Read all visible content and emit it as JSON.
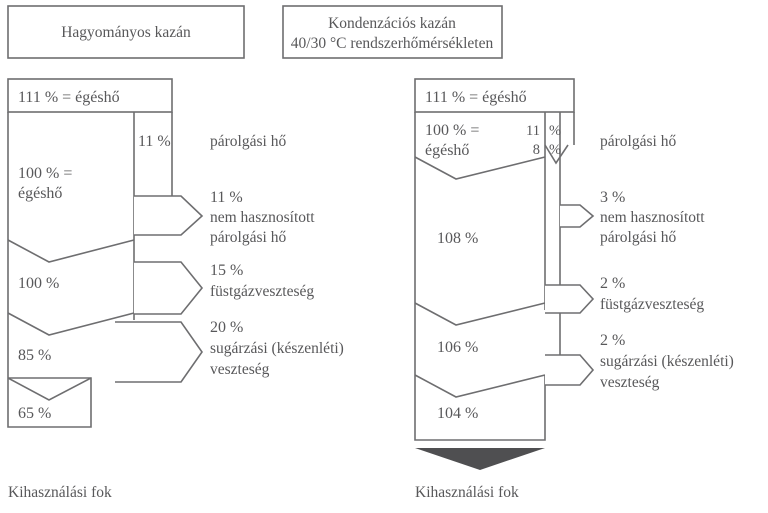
{
  "chart_data": {
    "type": "diagram",
    "title": "Hagyományos kazán vs Kondenzációs kazán energiamérleg",
    "panels": [
      {
        "header": [
          "Hagyományos kazán"
        ],
        "input_top": "111 % = égéshő",
        "stages": [
          "100 % =\négéshő",
          "100 %",
          "85 %",
          "65 %"
        ],
        "branch_value": "11 %",
        "branch_label": "párolgási hő",
        "losses": [
          {
            "value": "11 %",
            "label": "nem hasznosított\npárolgási hő"
          },
          {
            "value": "15 %",
            "label": "füstgázveszteség"
          },
          {
            "value": "20 %",
            "label": "sugárzási (készenléti)\nveszteség"
          }
        ],
        "footer": "Kihasználási fok"
      },
      {
        "header": [
          "Kondenzációs kazán",
          "40/30 °C rendszerhőmérsékleten"
        ],
        "input_top": "111 % = égéshő",
        "stages": [
          "100 % =\négéshő",
          "108 %",
          "106 %",
          "104 %"
        ],
        "branch_value": "11 %",
        "branch_value_2": "8 %",
        "branch_label": "párolgási hő",
        "losses": [
          {
            "value": "3 %",
            "label": "nem hasznosított\npárolgási hő"
          },
          {
            "value": "2 %",
            "label": "füstgázveszteség"
          },
          {
            "value": "2 %",
            "label": "sugárzási (készenléti)\nveszteség"
          }
        ],
        "footer": "Kihasználási fok"
      }
    ]
  },
  "left": {
    "header": "Hagyományos kazán",
    "top_input": "111 % = égéshő",
    "main_line1": "100 % =",
    "main_line2": "égéshő",
    "stage2": "100 %",
    "stage3": "85 %",
    "stage4": "65 %",
    "branch_value": "11 %",
    "branch_label": "párolgási hő",
    "loss1_value": "11 %",
    "loss1_line1": "nem hasznosított",
    "loss1_line2": "párolgási hő",
    "loss2_value": "15 %",
    "loss2_line1": "füstgázveszteség",
    "loss3_value": "20 %",
    "loss3_line1": "sugárzási (készenléti)",
    "loss3_line2": "veszteség",
    "footer": "Kihasználási fok"
  },
  "right": {
    "header_line1": "Kondenzációs kazán",
    "header_line2": "40/30 °C rendszerhőmérsékleten",
    "top_input": "111 % = égéshő",
    "main_line1": "100 % =",
    "main_line2": "égéshő",
    "branch_value_a": "11",
    "branch_pct_a": "%",
    "branch_value_b": "8",
    "branch_pct_b": "%",
    "branch_label": "párolgási hő",
    "stage2": "108 %",
    "stage3": "106 %",
    "stage4": "104 %",
    "loss1_value": "3 %",
    "loss1_line1": "nem hasznosított",
    "loss1_line2": "párolgási hő",
    "loss2_value": "2 %",
    "loss2_line1": "füstgázveszteség",
    "loss3_value": "2 %",
    "loss3_line1": "sugárzási (készenléti)",
    "loss3_line2": "veszteség",
    "footer": "Kihasználási fok"
  },
  "colors": {
    "stroke": "#6e6e70",
    "text": "#58585a",
    "dark_arrow": "#4f4f51",
    "background": "#ffffff"
  }
}
